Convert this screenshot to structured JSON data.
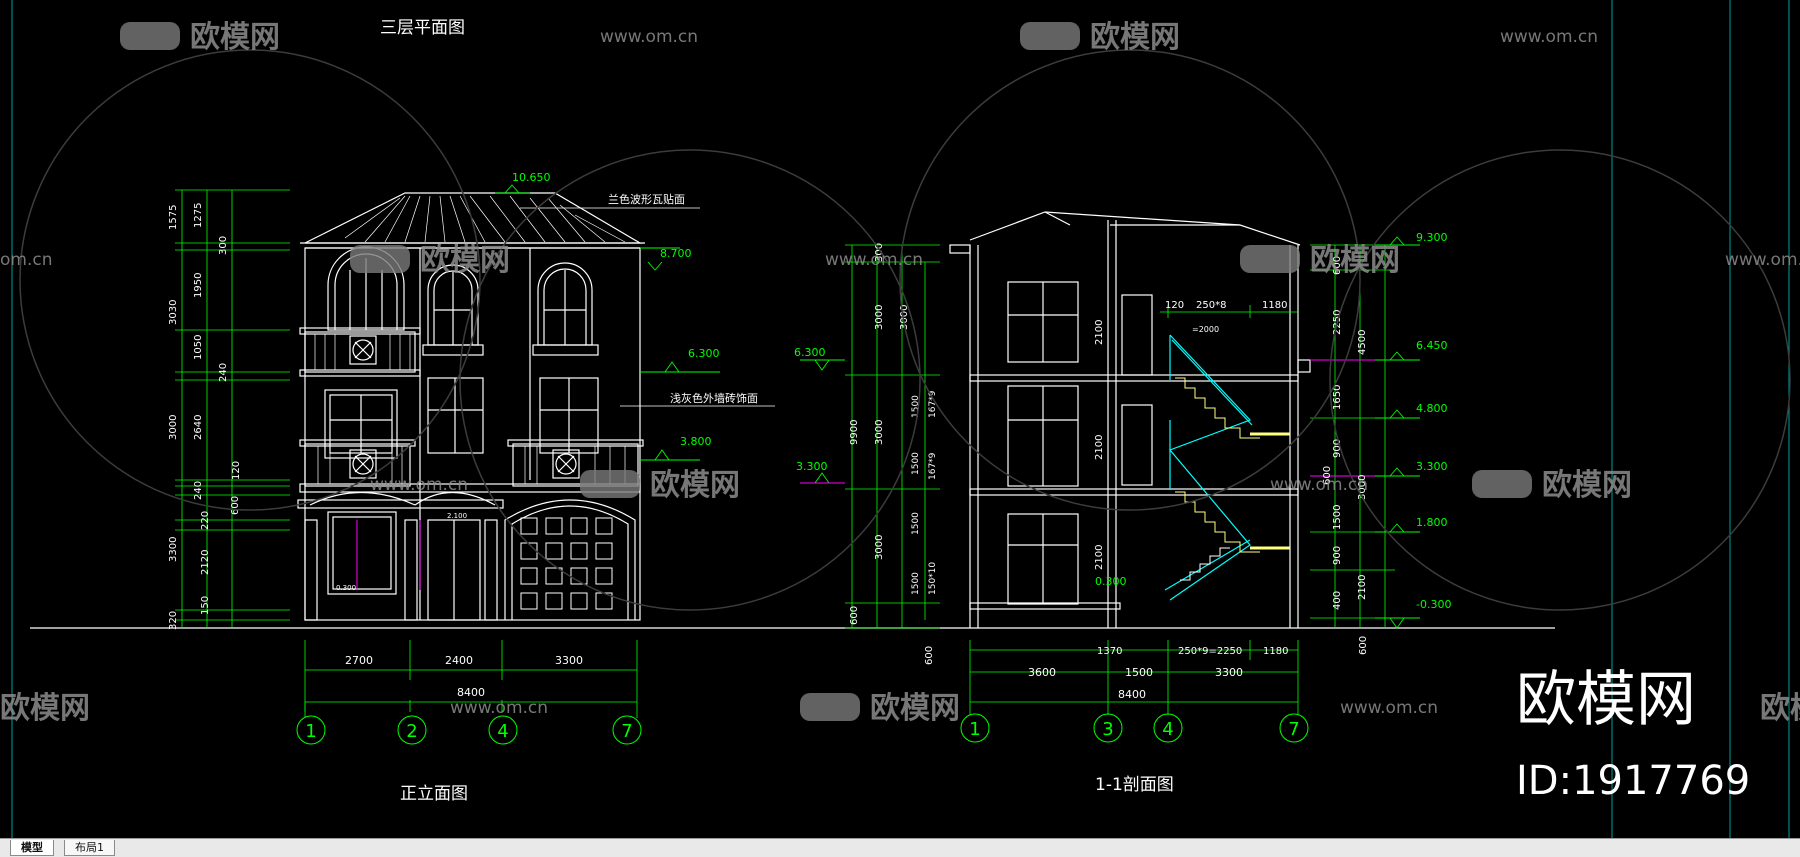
{
  "drawing": {
    "plan_title": "三层平面图",
    "elevation_title": "正立面图",
    "section_title": "1-1剖面图",
    "elevation": {
      "levels": [
        "10.650",
        "8.700",
        "6.300",
        "3.800"
      ],
      "notes": [
        "兰色波形瓦贴面",
        "浅灰色外墙砖饰面"
      ],
      "left_dims": [
        "1575",
        "1275",
        "300",
        "3030",
        "1950",
        "1050",
        "240",
        "3000",
        "2640",
        "120",
        "240",
        "600",
        "220",
        "3300",
        "2120",
        "150",
        "320"
      ],
      "bottom_dims": [
        "2700",
        "2400",
        "3300"
      ],
      "total": "8400",
      "axes": [
        "1",
        "2",
        "4",
        "7"
      ],
      "small_labels": [
        "0.300",
        "2.100"
      ]
    },
    "section": {
      "levels_left": [
        "6.300",
        "3.300"
      ],
      "levels_right": [
        "9.300",
        "6.450",
        "4.800",
        "3.300",
        "1.800",
        "-0.300"
      ],
      "floor_note": "0.300",
      "left_dims": [
        "300",
        "3000",
        "3000",
        "9900",
        "3000",
        "3000",
        "600",
        "600"
      ],
      "window_dims": [
        "2100",
        "2100",
        "2100"
      ],
      "stair_dims": [
        "1500",
        "167*9",
        "1500",
        "167*9",
        "1500",
        "150*10",
        "1500"
      ],
      "right_dims": [
        "600",
        "2250",
        "4500",
        "1650",
        "900",
        "600",
        "3000",
        "1500",
        "900",
        "2100",
        "400",
        "600"
      ],
      "top_dims": [
        "120",
        "250*8",
        "1180"
      ],
      "top_sub": "=2000",
      "bottom_dims_top": [
        "1370",
        "250*9=2250",
        "1180"
      ],
      "bottom_dims": [
        "3600",
        "1500",
        "3300"
      ],
      "total": "8400",
      "axes": [
        "1",
        "3",
        "4",
        "7"
      ]
    }
  },
  "watermark": {
    "brand": "欧模网",
    "url": "www.om.cn",
    "url_partial": "om.cn",
    "id_label": "ID:1917769"
  },
  "tabs": [
    {
      "label": "模型",
      "active": true
    },
    {
      "label": "布局1",
      "active": false
    }
  ],
  "colors": {
    "background": "#000000",
    "lines": "#ffffff",
    "dimension": "#00ff00",
    "stair": "#00ffff",
    "accent": "#ff00ff",
    "watermark": "#8c8c8c"
  }
}
